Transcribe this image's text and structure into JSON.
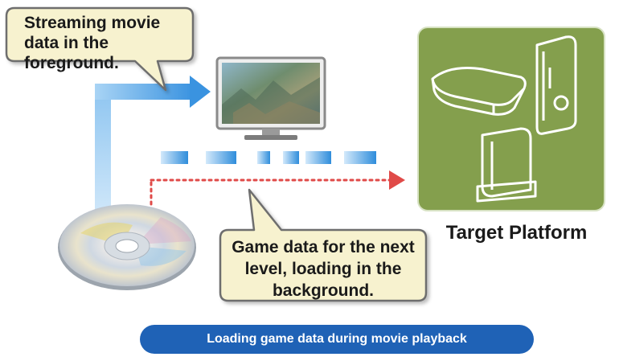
{
  "callouts": {
    "foreground": "Streaming movie data in the foreground.",
    "background": "Game data for the next level, loading in the background."
  },
  "platform": {
    "label": "Target Platform",
    "panel_color": "#849f4d"
  },
  "caption": "Loading game data during movie playback",
  "colors": {
    "stream_arrow": "#4f9fe0",
    "load_arrow": "#e04a48",
    "caption_bg": "#1f62b6",
    "callout_fill": "#f7f2cf"
  },
  "icons": [
    "disc-icon",
    "monitor-icon",
    "playstation-console-icon",
    "xbox-console-icon",
    "wii-console-icon"
  ]
}
